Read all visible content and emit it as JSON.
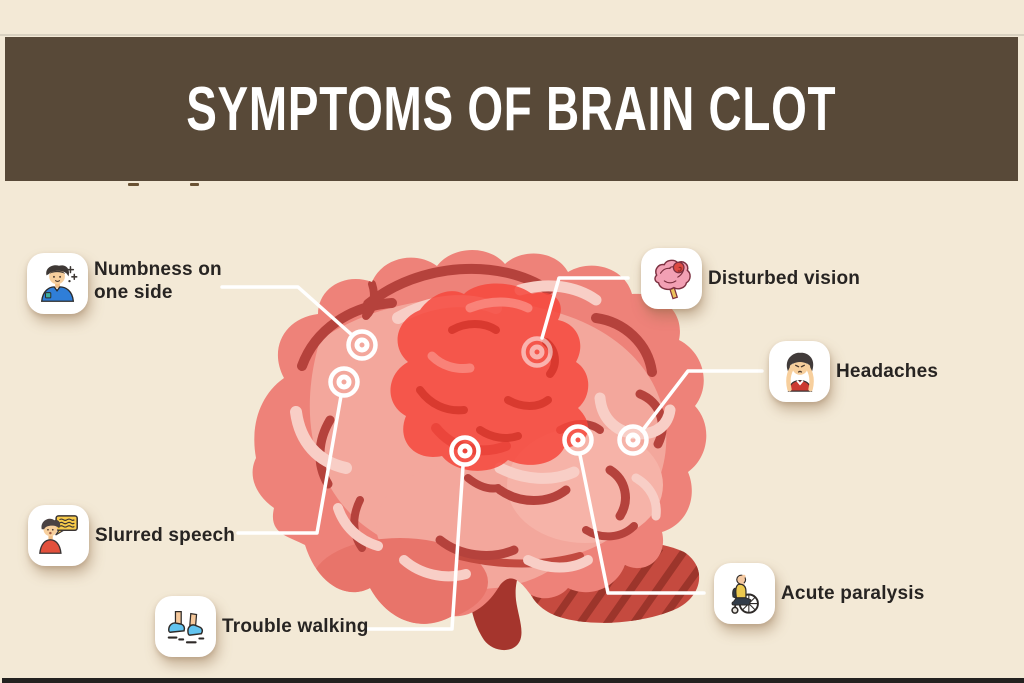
{
  "header": {
    "title": "SYMPTOMS OF BRAIN CLOT"
  },
  "symptoms": [
    {
      "label": "Numbness on one side",
      "icon": "numb-person-icon",
      "position": "top-left"
    },
    {
      "label": "Slurred speech",
      "icon": "speech-person-icon",
      "position": "middle-left"
    },
    {
      "label": "Trouble walking",
      "icon": "walking-feet-icon",
      "position": "bottom-left"
    },
    {
      "label": "Disturbed vision",
      "icon": "mini-brain-clot-icon",
      "position": "top-right"
    },
    {
      "label": "Headaches",
      "icon": "headache-person-icon",
      "position": "middle-right"
    },
    {
      "label": "Acute paralysis",
      "icon": "wheelchair-person-icon",
      "position": "bottom-right"
    }
  ],
  "colors": {
    "background": "#f3e9d6",
    "banner": "#584938",
    "title_text": "#ffffff",
    "label_text": "#272422",
    "connector_line": "#ffffff",
    "brain_body": "#ee8279",
    "brain_inner": "#f3a79c",
    "brain_sulci": "#b5423c",
    "brain_highlight": "#f8cec6",
    "clot": "#f5463b",
    "cerebellum": "#c54a3f",
    "cerebellum_stripe": "#9c352b",
    "brainstem": "#a5352d",
    "bottom_bar": "#23211f"
  }
}
